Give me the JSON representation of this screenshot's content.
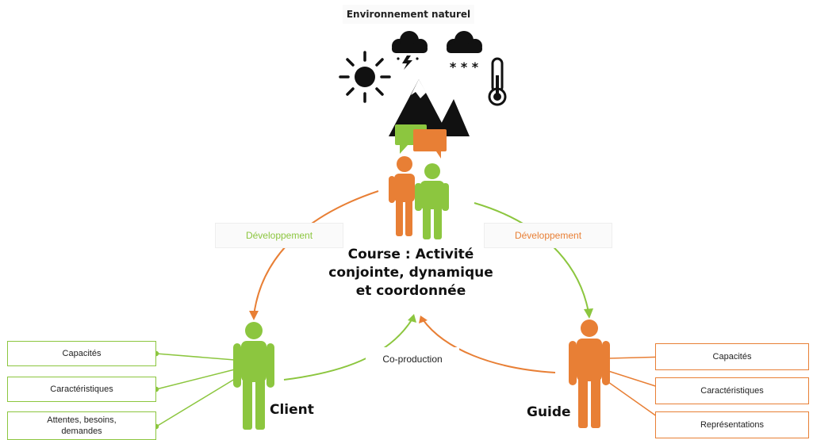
{
  "environment": {
    "title": "Environnement naturel"
  },
  "center": {
    "line1": "Course : Activité",
    "line2": "conjointe, dynamique",
    "line3": "et coordonnée"
  },
  "labels": {
    "dev_left": "Développement",
    "dev_right": "Développement",
    "coproduction": "Co-production"
  },
  "client": {
    "name": "Client",
    "attributes": [
      "Capacités",
      "Caractéristiques",
      "Attentes, besoins,",
      "demandes"
    ]
  },
  "guide": {
    "name": "Guide",
    "attributes": [
      "Capacités",
      "Caractéristiques",
      "Représentations"
    ]
  },
  "colors": {
    "green": "#8cc63f",
    "orange": "#e87f35",
    "black": "#111111"
  },
  "icons": [
    "sun-icon",
    "storm-cloud-icon",
    "snow-cloud-icon",
    "thermometer-icon",
    "mountain-icon",
    "speech-bubble-icon",
    "person-icon"
  ]
}
